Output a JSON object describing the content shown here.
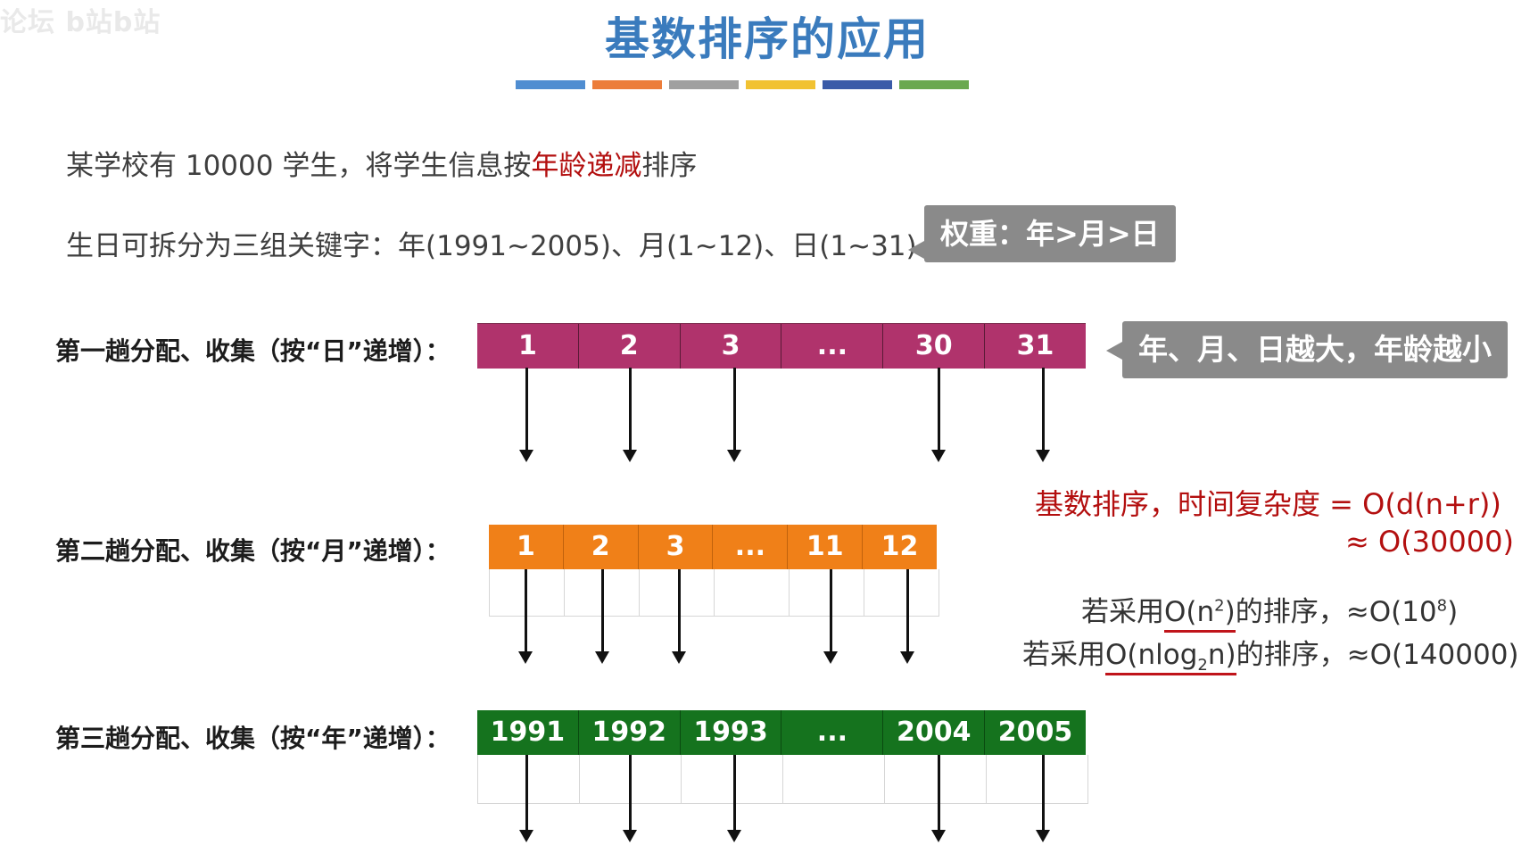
{
  "slide": {
    "watermark": "论坛 b站b站",
    "title": "基数排序的应用",
    "color_bar": [
      "#4f8dd1",
      "#ec7d3a",
      "#a0a0a0",
      "#f1c232",
      "#3a5ba8",
      "#6aa84f"
    ],
    "intro": {
      "prefix": "某学校有 10000 学生，将学生信息按",
      "highlight": "年龄递减",
      "suffix": "排序"
    },
    "keys_line": "生日可拆分为三组关键字：年(1991~2005)、月(1~12)、日(1~31)",
    "weight_callout": "权重：年>月>日",
    "bigger_callout": "年、月、日越大，年龄越小",
    "passes": [
      {
        "label": "第一趟分配、收集（按“日”递增）：",
        "cells": [
          "1",
          "2",
          "3",
          "...",
          "30",
          "31"
        ],
        "color": "#b0336c"
      },
      {
        "label": "第二趟分配、收集（按“月”递增）：",
        "cells": [
          "1",
          "2",
          "3",
          "...",
          "11",
          "12"
        ],
        "color": "#f08018"
      },
      {
        "label": "第三趟分配、收集（按“年”递增）：",
        "cells": [
          "1991",
          "1992",
          "1993",
          "...",
          "2004",
          "2005"
        ],
        "color": "#15731e"
      }
    ],
    "complexity": {
      "line1": "基数排序，时间复杂度 = O(d(n+r))",
      "line2": "≈ O(30000)",
      "n2_prefix": "若采用",
      "n2_expr_a": "O(n",
      "n2_sup": "2",
      "n2_expr_b": ")",
      "n2_mid": "的排序，",
      "n2_approx_a": "≈O(10",
      "n2_approx_sup": "8",
      "n2_approx_b": ")",
      "nlog_prefix": "若采用",
      "nlog_expr_a": "O(nlog",
      "nlog_sub": "2",
      "nlog_expr_b": "n)",
      "nlog_mid": "的排序，",
      "nlog_approx": "≈O(140000)"
    },
    "colors": {
      "title": "#3a7bbd",
      "highlight_red": "#b30f0f",
      "callout_gray": "#8a8a8a"
    }
  }
}
